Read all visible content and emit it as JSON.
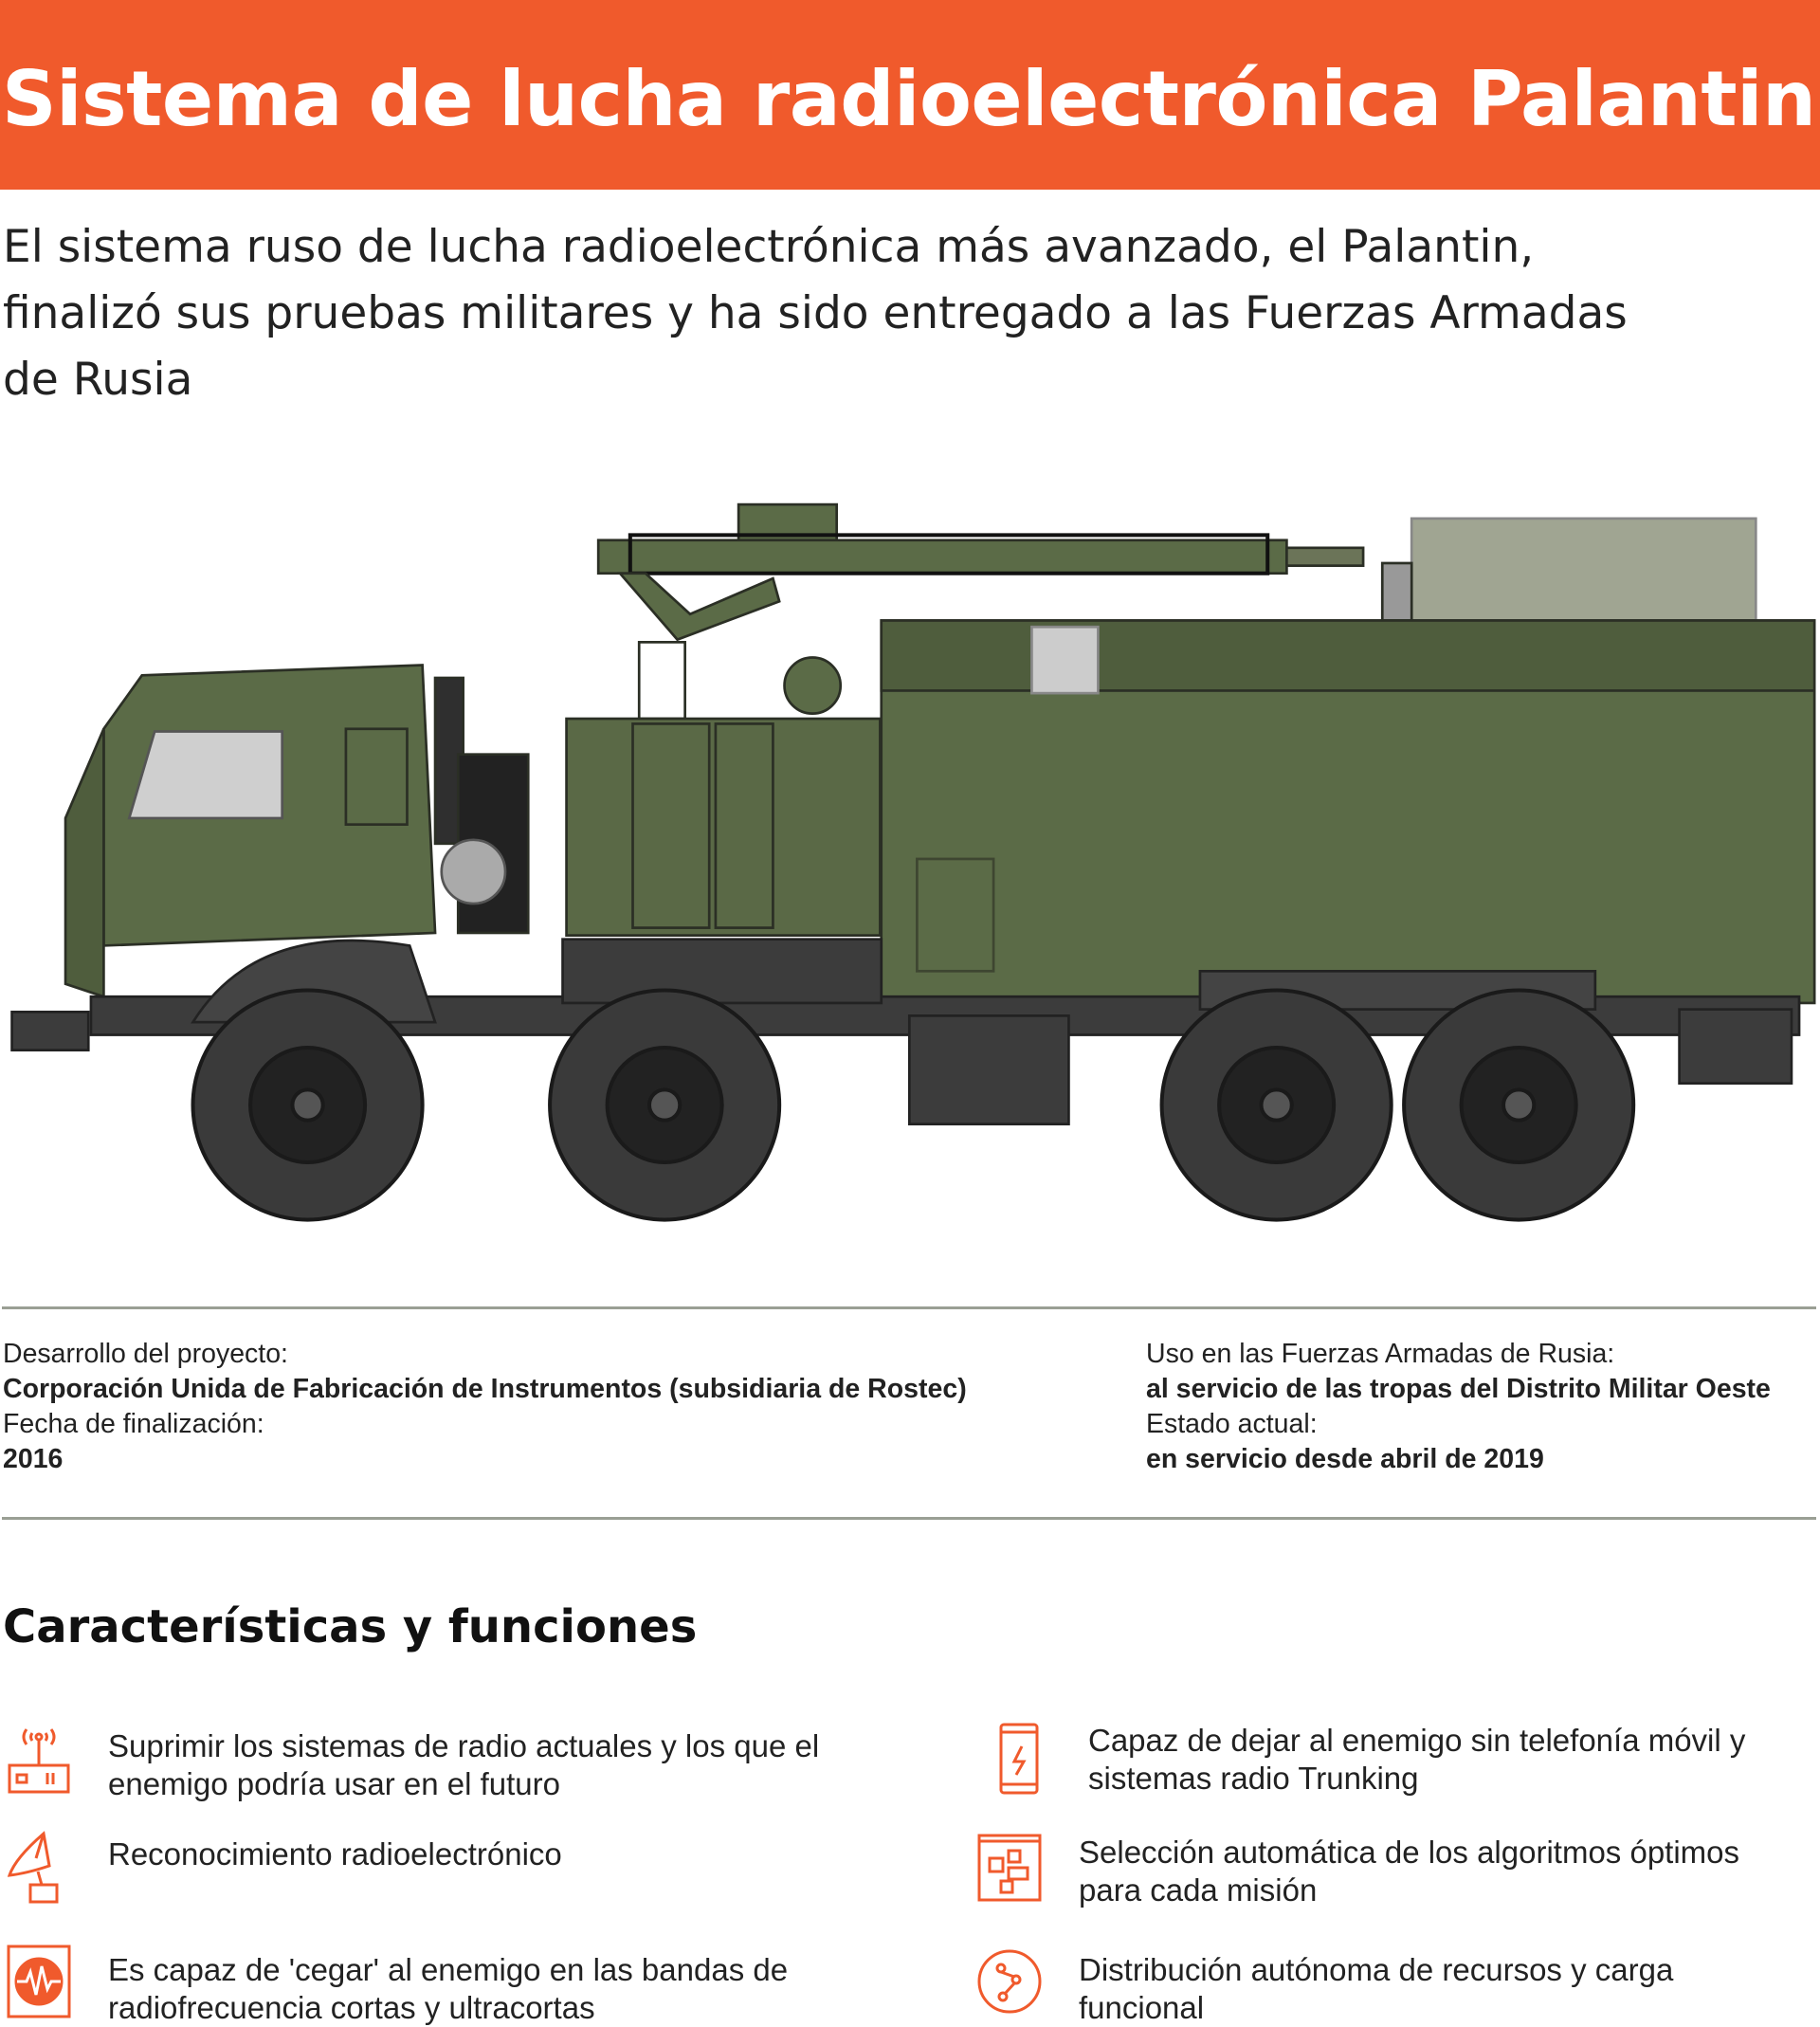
{
  "header": {
    "title": "Sistema de lucha radioelectrónica Palantin"
  },
  "intro": "El sistema ruso de lucha radioelectrónica más avanzado, el Palantin, finalizó sus pruebas militares y ha sido entregado a las Fuerzas Armadas de Rusia",
  "colors": {
    "accent": "#F05A2C",
    "truck_green": "#5B6B47",
    "divider": "#9A9F94"
  },
  "info": {
    "left": [
      {
        "label": "Desarrollo del proyecto:",
        "value": "Corporación Unida de Fabricación de Instrumentos (subsidiaria de Rostec)"
      },
      {
        "label": "Fecha de finalización:",
        "value": "2016"
      }
    ],
    "right": [
      {
        "label": "Uso en las Fuerzas Armadas de Rusia:",
        "value": "al servicio de las tropas del Distrito Militar Oeste"
      },
      {
        "label": "Estado actual:",
        "value": "en servicio desde abril de 2019"
      }
    ]
  },
  "features": {
    "title": "Características y funciones",
    "items": [
      {
        "icon": "radio-transmitter-icon",
        "text": "Suprimir los sistemas de radio actuales y los que el enemigo podría usar en el futuro"
      },
      {
        "icon": "mobile-phone-lightning-icon",
        "text": "Capaz de dejar al enemigo sin telefonía móvil y sistemas radio Trunking"
      },
      {
        "icon": "satellite-dish-icon",
        "text": "Reconocimiento radioelectrónico"
      },
      {
        "icon": "algorithm-blocks-icon",
        "text": "Selección automática de los algoritmos óptimos para cada misión"
      },
      {
        "icon": "signal-wave-icon",
        "text": "Es capaz de 'cegar' al enemigo en las bandas de radiofrecuencia cortas y ultracortas"
      },
      {
        "icon": "network-globe-icon",
        "text": "Distribución autónoma de recursos y carga funcional"
      }
    ]
  }
}
